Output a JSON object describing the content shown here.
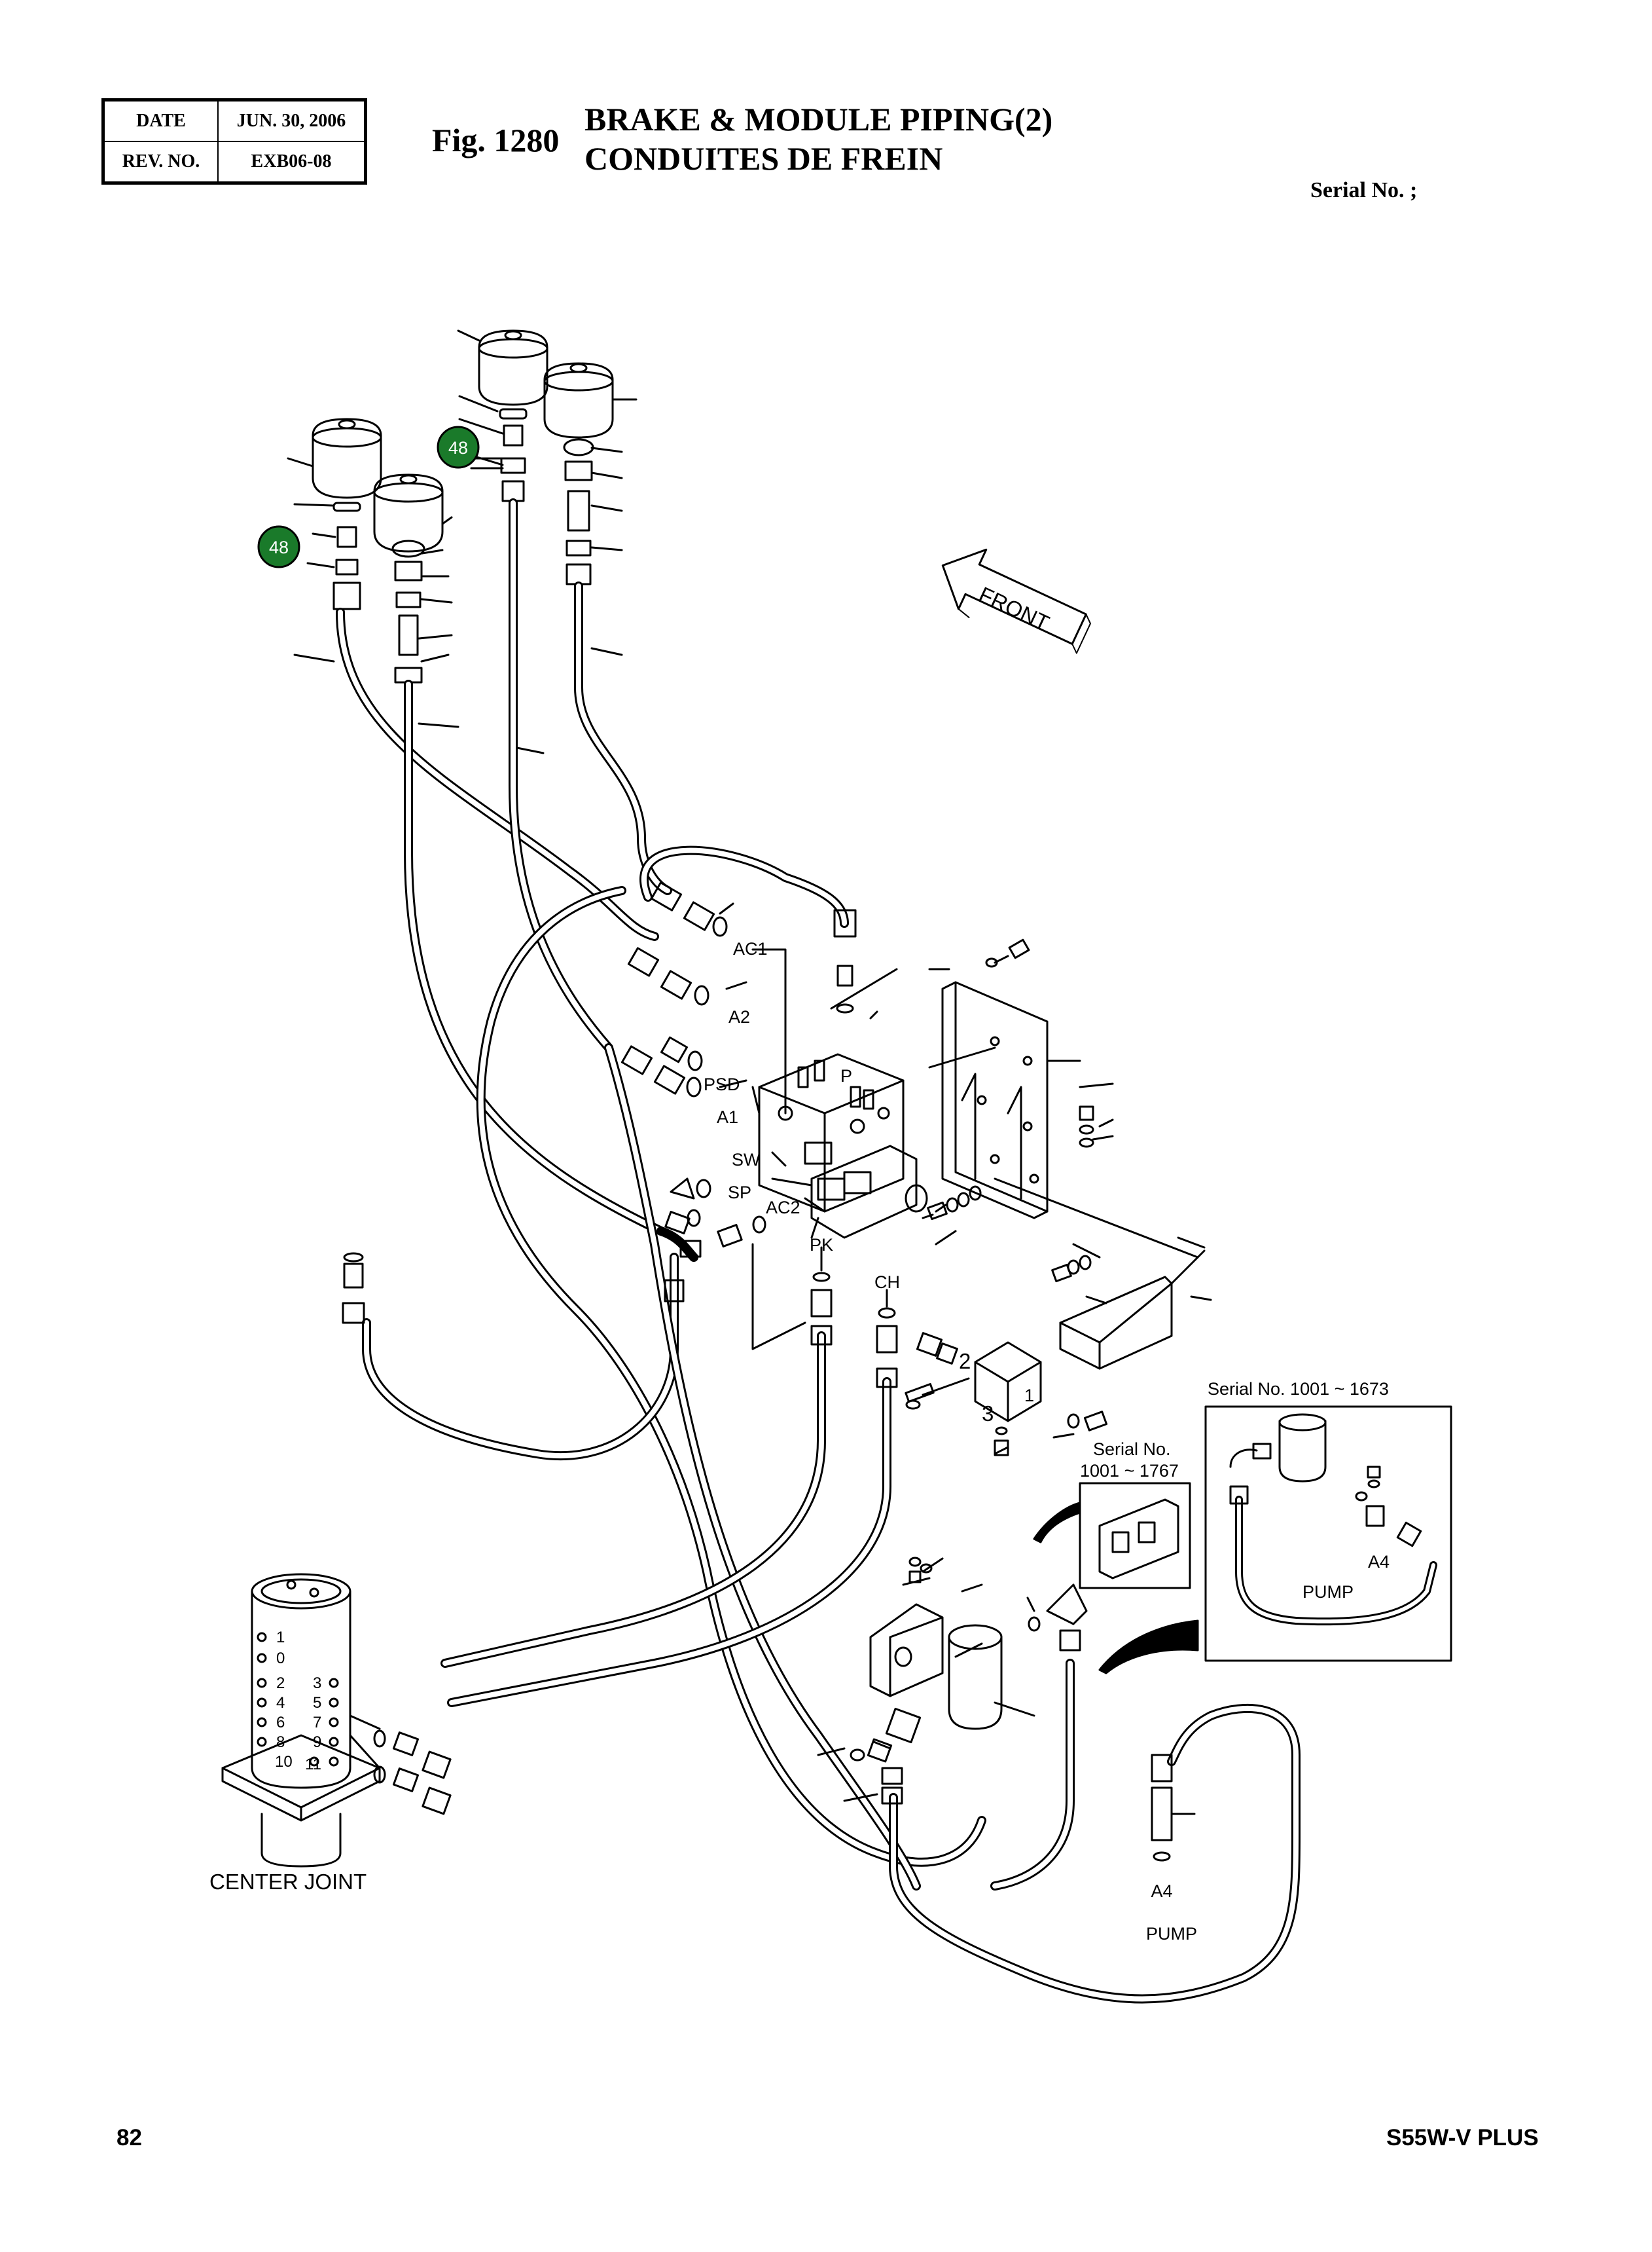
{
  "header": {
    "date_label": "DATE",
    "date_value": "JUN. 30, 2006",
    "rev_label": "REV. NO.",
    "rev_value": "EXB06-08",
    "fig_label": "Fig. 1280",
    "title_line1": "BRAKE & MODULE PIPING(2)",
    "title_line2": "CONDUITES DE FREIN",
    "serial": "Serial No. ;"
  },
  "diagram": {
    "callouts": [
      "48",
      "48"
    ],
    "front_label": "FRONT",
    "port_labels": {
      "ac1": "AC1",
      "a2": "A2",
      "p": "P",
      "psd": "PSD",
      "a1": "A1",
      "sw": "SW",
      "sp": "SP",
      "ac2": "AC2",
      "pk": "PK",
      "ch": "CH"
    },
    "numbers": {
      "n1": "1",
      "n2": "2",
      "n3": "3"
    },
    "inset_serial_1673": "Serial No. 1001 ~ 1673",
    "inset_serial_1767_line1": "Serial No.",
    "inset_serial_1767_line2": "1001 ~ 1767",
    "a4_label": "A4",
    "pump_label": "PUMP",
    "a4_label_main": "A4",
    "pump_label_main": "PUMP",
    "center_joint_label": "CENTER JOINT",
    "center_joint_ports": [
      "1",
      "0",
      "2",
      "3",
      "4",
      "5",
      "6",
      "7",
      "8",
      "9",
      "10",
      "11"
    ]
  },
  "footer": {
    "page_number": "82",
    "model": "S55W-V PLUS"
  },
  "colors": {
    "callout_fill": "#1a7a2a",
    "line": "#000000"
  }
}
